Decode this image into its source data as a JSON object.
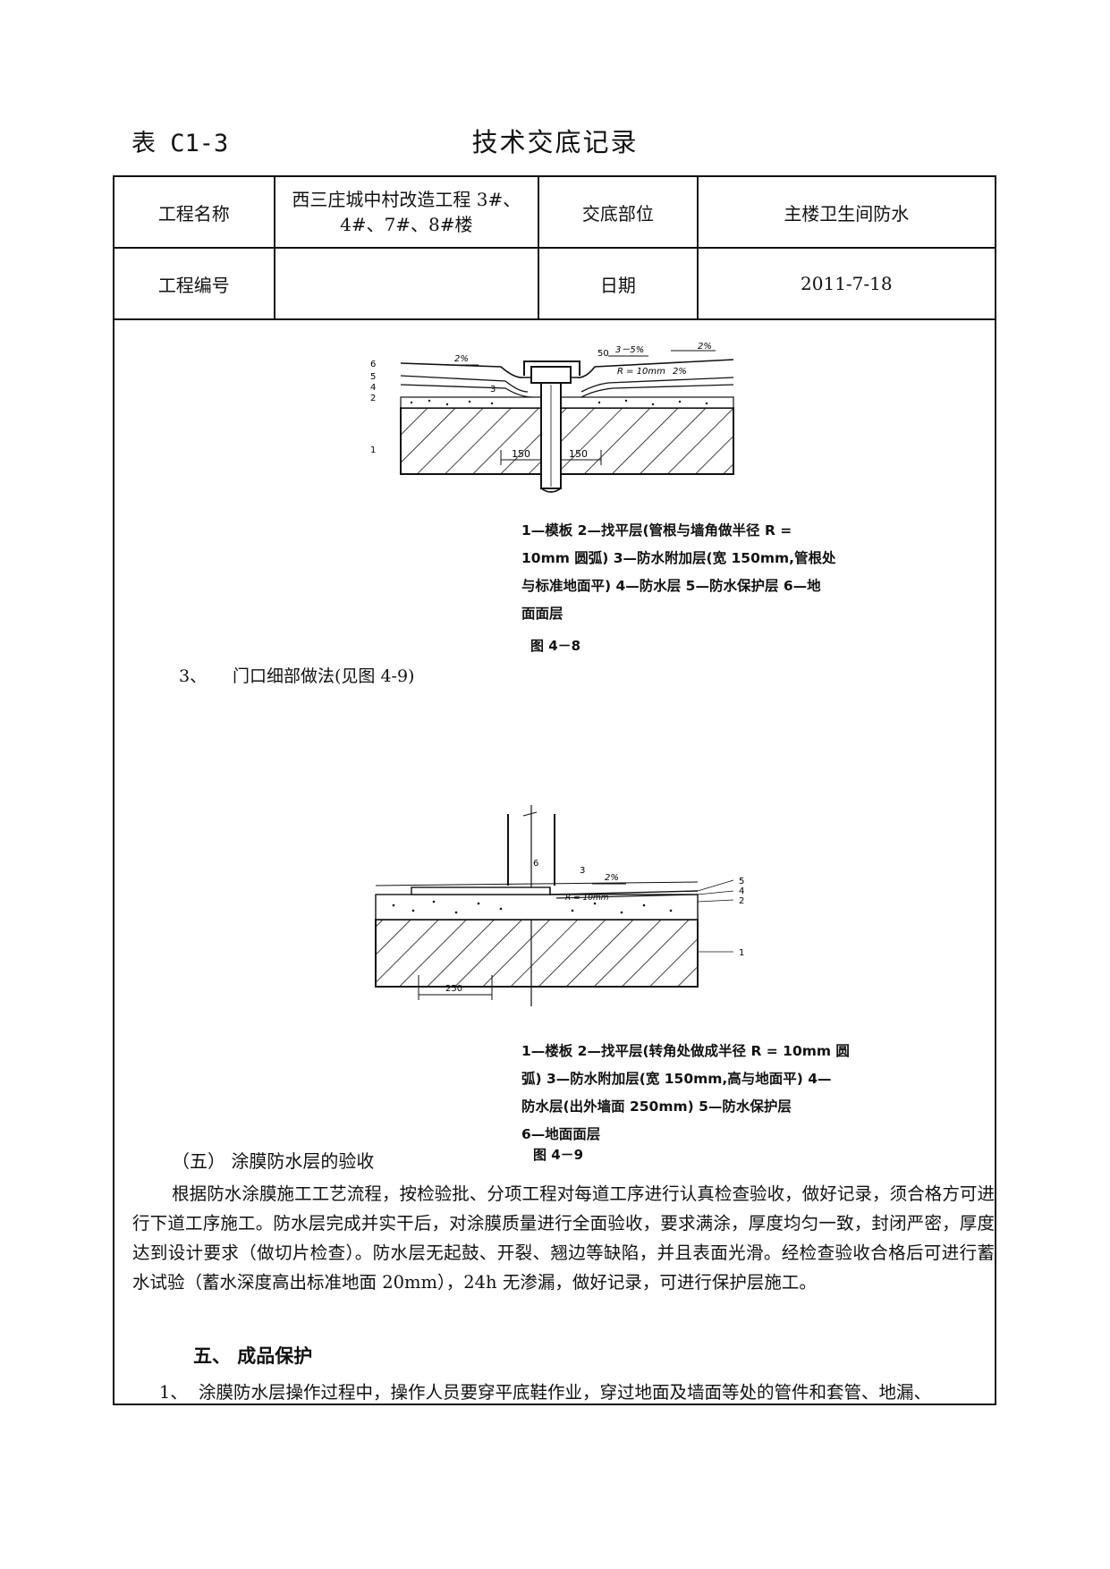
{
  "header": {
    "form_code": "表 C1-3",
    "title": "技术交底记录"
  },
  "info_table": {
    "project_name_label": "工程名称",
    "project_name_line1": "西三庄城中村改造工程 3#、",
    "project_name_line2": "4#、7#、8#楼",
    "location_label": "交底部位",
    "location_value": "主楼卫生间防水",
    "project_no_label": "工程编号",
    "project_no_value": "",
    "date_label": "日期",
    "date_value": "2011-7-18"
  },
  "figure_4_8": {
    "slope_left": "2%",
    "slope_mid": "3－5%",
    "slope_right": "2%",
    "dim_50": "50",
    "radius": "R = 10mm",
    "slope_small": "2%",
    "dim_left": "150",
    "dim_right": "150",
    "layer_labels": [
      "6",
      "5",
      "4",
      "2",
      "1"
    ],
    "label_3": "3",
    "caption_lines": [
      "1—模板 2—找平层(管根与墙角做半径 R =",
      "10mm 圆弧) 3—防水附加层(宽 150mm,管根处",
      "与标准地面平) 4—防水层 5—防水保护层 6—地",
      "面面层"
    ],
    "label": "图 4－8"
  },
  "step3": {
    "number": "3、",
    "text": "门口细部做法(见图 4-9)"
  },
  "figure_4_9": {
    "label_6": "6",
    "label_3": "3",
    "slope": "2%",
    "radius": "R = 10mm",
    "right_labels": [
      "5",
      "4",
      "2"
    ],
    "label_1": "1",
    "dim": "250",
    "caption_lines": [
      "1—楼板 2—找平层(转角处做成半径 R = 10mm 圆",
      "弧) 3—防水附加层(宽 150mm,高与地面平) 4—",
      "防水层(出外墙面 250mm) 5—防水保护层",
      "6—地面面层"
    ],
    "label": "图 4－9"
  },
  "section5": {
    "title": "（五） 涂膜防水层的验收",
    "paragraph": "根据防水涂膜施工工艺流程，按检验批、分项工程对每道工序进行认真检查验收，做好记录，须合格方可进行下道工序施工。防水层完成并实干后，对涂膜质量进行全面验收，要求满涂，厚度均匀一致，封闭严密，厚度达到设计要求（做切片检查）。防水层无起鼓、开裂、翘边等缺陷，并且表面光滑。经检查验收合格后可进行蓄水试验（蓄水深度高出标准地面 20mm），24h 无渗漏，做好记录，可进行保护层施工。"
  },
  "chapter5": {
    "title": "五、  成品保护",
    "item1_number": "1、",
    "item1_text": "涂膜防水层操作过程中，操作人员要穿平底鞋作业，穿过地面及墙面等处的管件和套管、地漏、"
  }
}
